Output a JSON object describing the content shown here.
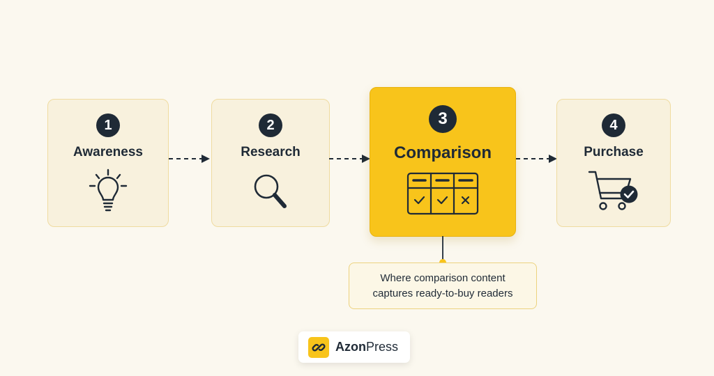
{
  "steps": [
    {
      "number": "1",
      "label": "Awareness",
      "icon": "lightbulb-icon"
    },
    {
      "number": "2",
      "label": "Research",
      "icon": "magnifying-glass-icon"
    },
    {
      "number": "3",
      "label": "Comparison",
      "icon": "comparison-table-icon"
    },
    {
      "number": "4",
      "label": "Purchase",
      "icon": "shopping-cart-check-icon"
    }
  ],
  "active_step": "3",
  "callout": {
    "line1": "Where comparison content",
    "line2": "captures ready-to-buy readers"
  },
  "brand": {
    "name_bold": "Azon",
    "name_regular": "Press",
    "logo_icon": "link-icon"
  },
  "colors": {
    "background": "#fbf8ef",
    "card": "#f8f1dd",
    "card_border": "#efdba0",
    "accent": "#f8c41b",
    "dark": "#1f2a36"
  }
}
